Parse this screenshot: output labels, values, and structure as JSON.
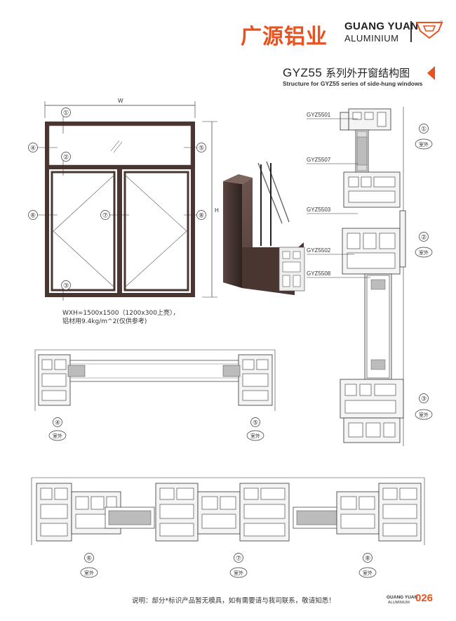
{
  "header": {
    "brand_zh": "广源铝业",
    "brand_en_line1": "GUANG YUAN",
    "brand_en_line2": "ALUMINIUM",
    "logo_icon": "gy-logo-icon",
    "title_code": "GYZ55",
    "title_zh": "系列外开窗结构图",
    "title_en": "Structure for GYZ55 series of  side-hung windows",
    "accent_color": "#e8521f"
  },
  "elevation": {
    "width_label": "W",
    "height_label": "H",
    "markers": [
      "①",
      "②",
      "③",
      "④",
      "⑤",
      "⑥",
      "⑦",
      "⑧"
    ],
    "spec_line1": "WXH=1500x1500（1200x300上亮），",
    "spec_line2": "铝材用9.4kg/m^2(仅供参考)",
    "frame_color": "#4a3630"
  },
  "vertical_section": {
    "profiles": [
      "GYZ5501",
      "GYZ5507",
      "GYZ5503",
      "GYZ5502",
      "GYZ5508"
    ],
    "markers": [
      "①",
      "②",
      "③"
    ],
    "outside_label": "室外"
  },
  "horizontal_section_top": {
    "markers": [
      "④",
      "⑤"
    ],
    "outside_label": "室外"
  },
  "horizontal_section_bottom": {
    "markers": [
      "⑥",
      "⑦",
      "⑧"
    ],
    "outside_label": "室外"
  },
  "footer": {
    "note": "说明：部分*标识产品暂无模具，如有需要请与我司联系，敬请知悉！",
    "brand_line1": "GUANG YUAN",
    "brand_line2": "ALUMINIUM",
    "page_number": "026"
  }
}
